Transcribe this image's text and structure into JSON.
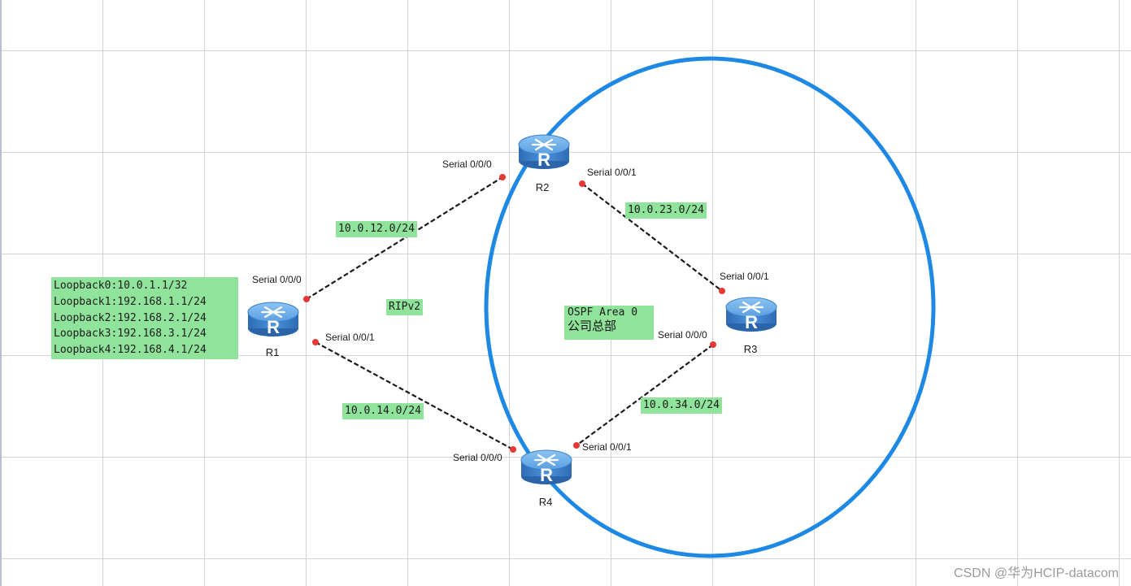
{
  "routers": [
    {
      "name": "R1",
      "icon": "router-icon",
      "badge": "R"
    },
    {
      "name": "R2",
      "icon": "router-icon",
      "badge": "R"
    },
    {
      "name": "R3",
      "icon": "router-icon",
      "badge": "R"
    },
    {
      "name": "R4",
      "icon": "router-icon",
      "badge": "R"
    }
  ],
  "ports": {
    "r1_s000": "Serial 0/0/0",
    "r1_s001": "Serial 0/0/1",
    "r2_s000": "Serial 0/0/0",
    "r2_s001": "Serial 0/0/1",
    "r3_s001": "Serial 0/0/1",
    "r3_s000": "Serial 0/0/0",
    "r4_s000": "Serial 0/0/0",
    "r4_s001": "Serial 0/0/1"
  },
  "networks": {
    "r1_r2": "10.0.12.0/24",
    "r2_r3": "10.0.23.0/24",
    "r1_r4": "10.0.14.0/24",
    "r3_r4": "10.0.34.0/24"
  },
  "loopbacks": [
    "Loopback0:10.0.1.1/32",
    "Loopback1:192.168.1.1/24",
    "Loopback2:192.168.2.1/24",
    "Loopback3:192.168.3.1/24",
    "Loopback4:192.168.4.1/24"
  ],
  "protocol_label": "RIPv2",
  "area": {
    "line1": "OSPF Area 0",
    "line2": "公司总部"
  },
  "watermark": "CSDN @华为HCIP-datacom",
  "colors": {
    "label_bg": "#8fe39a",
    "area_ellipse": "#1e88e5",
    "link": "#1a1a1a",
    "port_dot": "#e53935",
    "router_body": "#4a8fd6",
    "grid": "#c4cad2"
  }
}
